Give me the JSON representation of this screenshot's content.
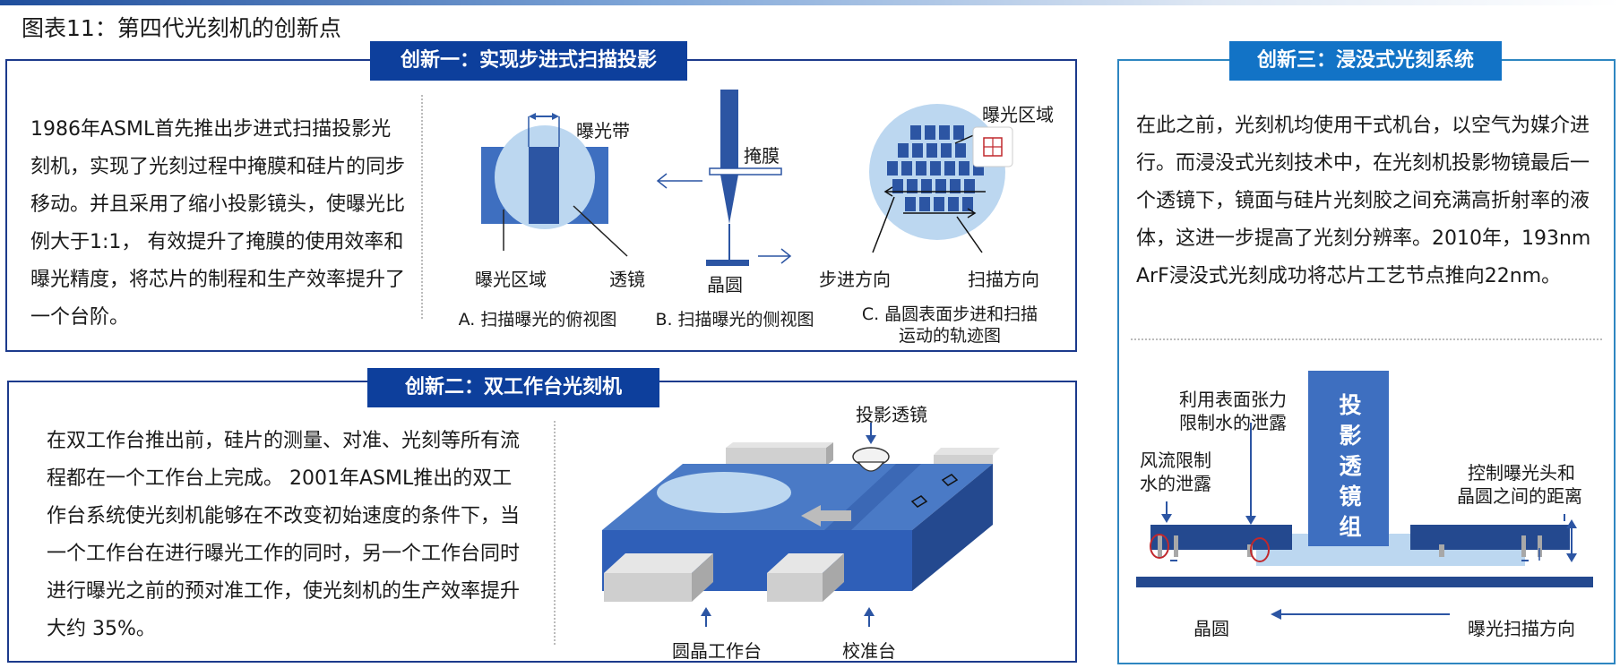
{
  "title": "图表11：第四代光刻机的创新点",
  "colors": {
    "dark_blue": "#0d3f9c",
    "mid_blue": "#3e6fc0",
    "light_blue": "#bcd7f0",
    "accent_blue": "#1273c6",
    "grey": "#cfcfcf",
    "red": "#c0282d"
  },
  "panel1": {
    "tag": "创新一：实现步进式扫描投影",
    "text": "1986年ASML首先推出步进式扫描投影光刻机，实现了光刻过程中掩膜和硅片的同步移动。并且采用了缩小投影镜头，使曝光比例大于1:1， 有效提升了掩膜的使用效率和曝光精度，将芯片的制程和生产效率提升了一个台阶。",
    "diagA": {
      "band_label": "曝光带",
      "area_label": "曝光区域",
      "lens_label": "透镜",
      "caption": "A. 扫描曝光的俯视图"
    },
    "diagB": {
      "mask_label": "掩膜",
      "wafer_label": "晶圆",
      "caption": "B. 扫描曝光的侧视图"
    },
    "diagC": {
      "area_label": "曝光区域",
      "step_label": "步进方向",
      "scan_label": "扫描方向",
      "caption_line1": "C. 晶圆表面步进和扫描",
      "caption_line2": "运动的轨迹图"
    }
  },
  "panel2": {
    "tag": "创新二：双工作台光刻机",
    "text": "在双工作台推出前，硅片的测量、对准、光刻等所有流程都在一个工作台上完成。 2001年ASML推出的双工作台系统使光刻机能够在不改变初始速度的条件下，当一个工作台在进行曝光工作的同时，另一个工作台同时进行曝光之前的预对准工作，使光刻机的生产效率提升大约 35%。",
    "lens_label": "投影透镜",
    "wafer_stage_label": "圆晶工作台",
    "align_stage_label": "校准台"
  },
  "panel3": {
    "tag": "创新三：浸没式光刻系统",
    "text": "在此之前，光刻机均使用干式机台，以空气为媒介进行。而浸没式光刻技术中，在光刻机投影物镜最后一个透镜下，镜面与硅片光刻胶之间充满高折射率的液体，这进一步提高了光刻分辨率。2010年，193nm ArF浸没式光刻成功将芯片工艺节点推向22nm。",
    "lens_group": "投影透镜组",
    "surface_tension_line1": "利用表面张力",
    "surface_tension_line2": "限制水的泄露",
    "airflow_line1": "风流限制",
    "airflow_line2": "水的泄露",
    "control_line1": "控制曝光头和",
    "control_line2": "晶圆之间的距离",
    "wafer_label": "晶圆",
    "scan_dir_label": "曝光扫描方向"
  }
}
